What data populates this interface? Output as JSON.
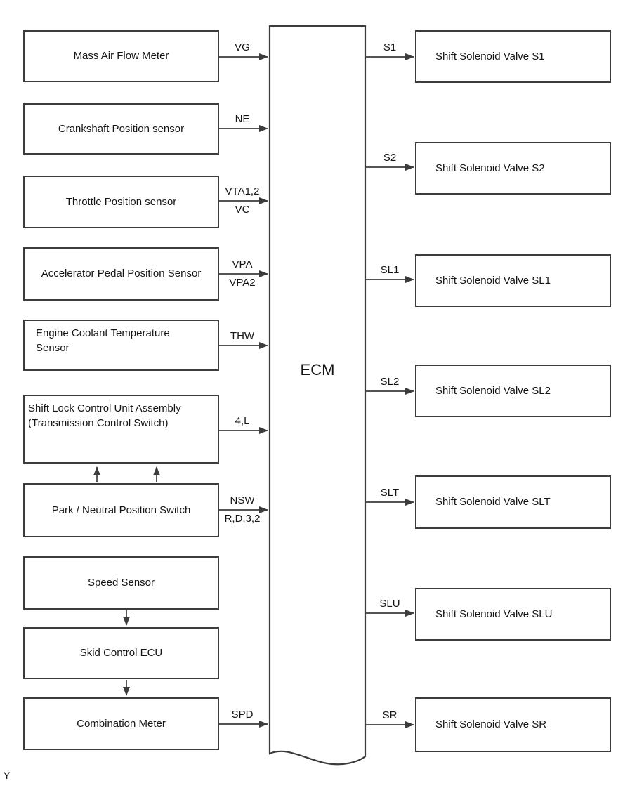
{
  "ecm": {
    "label": "ECM"
  },
  "corner_mark": "Y",
  "inputs": [
    {
      "label": "Mass Air Flow Meter",
      "signal_above": "VG"
    },
    {
      "label": "Crankshaft Position sensor",
      "signal_above": "NE"
    },
    {
      "label": "Throttle Position sensor",
      "signal_above": "VTA1,2",
      "signal_below": "VC"
    },
    {
      "label": "Accelerator Pedal Position Sensor",
      "signal_above": "VPA",
      "signal_below": "VPA2"
    },
    {
      "line1": "Engine Coolant Temperature",
      "line2": "Sensor",
      "signal_above": "THW"
    },
    {
      "line1": "Shift Lock Control Unit Assembly",
      "line2": "(Transmission Control Switch)",
      "signal_above": "4,L"
    },
    {
      "label": "Park / Neutral Position Switch",
      "signal_above": "NSW",
      "signal_below": "R,D,3,2"
    },
    {
      "label": "Speed Sensor"
    },
    {
      "label": "Skid Control ECU"
    },
    {
      "label": "Combination Meter",
      "signal_above": "SPD"
    }
  ],
  "outputs": [
    {
      "signal": "S1",
      "label": "Shift Solenoid Valve S1"
    },
    {
      "signal": "S2",
      "label": "Shift Solenoid Valve S2"
    },
    {
      "signal": "SL1",
      "label": "Shift Solenoid Valve SL1"
    },
    {
      "signal": "SL2",
      "label": "Shift Solenoid Valve SL2"
    },
    {
      "signal": "SLT",
      "label": "Shift Solenoid Valve SLT"
    },
    {
      "signal": "SLU",
      "label": "Shift Solenoid Valve SLU"
    },
    {
      "signal": "SR",
      "label": "Shift Solenoid Valve SR"
    }
  ],
  "colors": {
    "line": "#3c3c3c",
    "text": "#151515",
    "background": "#ffffff"
  }
}
